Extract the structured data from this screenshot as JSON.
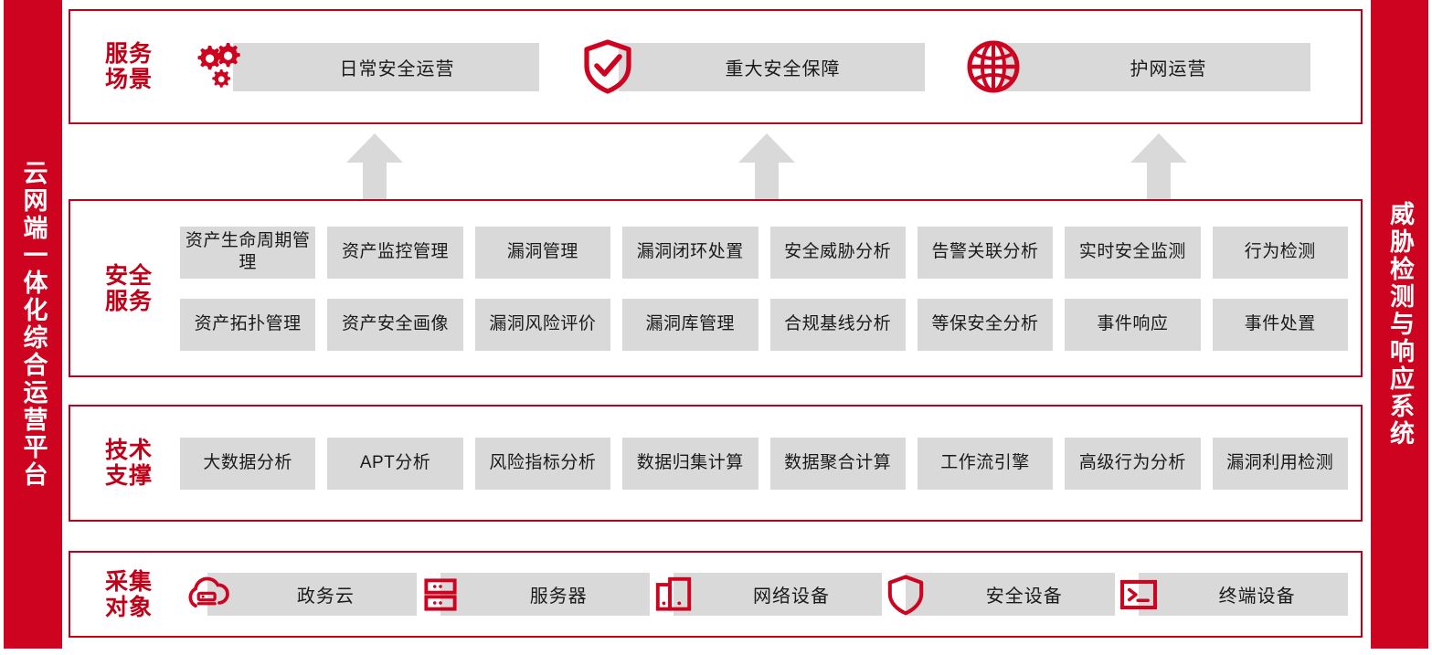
{
  "platform": {
    "left_bar_title": "云网端一体化综合运营平台",
    "right_bar_title": "威胁检测与响应系统"
  },
  "colors": {
    "brand_red": "#CE0320",
    "border_red": "#C00018",
    "chip_gray": "#D9D9D9",
    "arrow_gray": "#D9D9D9",
    "text_dark": "#1a1a1a"
  },
  "sections": {
    "scenes": {
      "label": "服务\n场景",
      "items": [
        {
          "icon": "gears-icon",
          "label": "日常安全运营"
        },
        {
          "icon": "shield-check-icon",
          "label": "重大安全保障"
        },
        {
          "icon": "globe-network-icon",
          "label": "护网运营"
        }
      ]
    },
    "security": {
      "label": "安全\n服务",
      "row1": [
        "资产生命周期管理",
        "资产监控管理",
        "漏洞管理",
        "漏洞闭环处置",
        "安全威胁分析",
        "告警关联分析",
        "实时安全监测",
        "行为检测"
      ],
      "row2": [
        "资产拓扑管理",
        "资产安全画像",
        "漏洞风险评价",
        "漏洞库管理",
        "合规基线分析",
        "等保安全分析",
        "事件响应",
        "事件处置"
      ]
    },
    "tech": {
      "label": "技术\n支撑",
      "items": [
        "大数据分析",
        "APT分析",
        "风险指标分析",
        "数据归集计算",
        "数据聚合计算",
        "工作流引擎",
        "高级行为分析",
        "漏洞利用检测"
      ]
    },
    "collect": {
      "label": "采集\n对象",
      "items": [
        {
          "icon": "cloud-icon",
          "label": "政务云"
        },
        {
          "icon": "server-rack-icon",
          "label": "服务器"
        },
        {
          "icon": "network-device-icon",
          "label": "网络设备"
        },
        {
          "icon": "shield-icon",
          "label": "安全设备"
        },
        {
          "icon": "terminal-icon",
          "label": "终端设备"
        }
      ]
    }
  },
  "arrows": {
    "count": 3,
    "direction": "up",
    "name": "flow-arrow-up"
  }
}
